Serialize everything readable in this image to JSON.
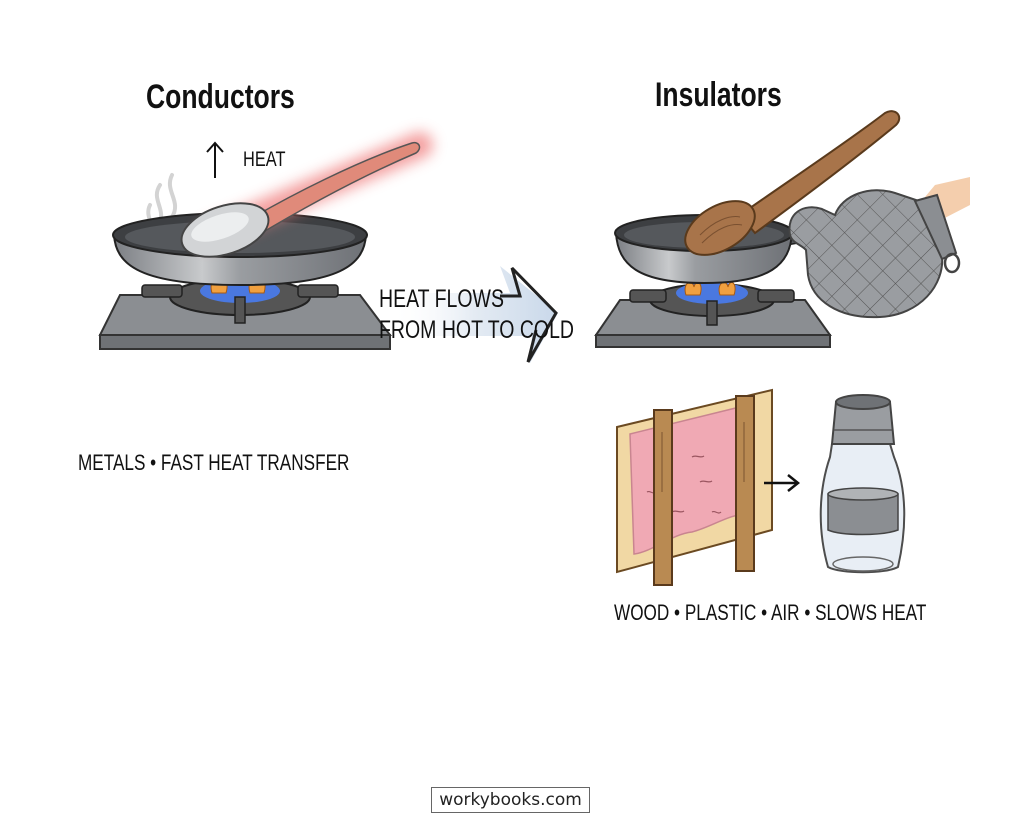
{
  "conductors": {
    "title": "Conductors",
    "heat_label": "HEAT",
    "caption": "METALS • FAST HEAT TRANSFER",
    "icons": [
      "stove-icon",
      "frying-pan-icon",
      "metal-spoon-icon",
      "steam-icon",
      "up-arrow-icon"
    ]
  },
  "flow_arrow": {
    "line1": "HEAT FLOWS",
    "line2": "FROM HOT TO COLD",
    "icon": "right-arrow-icon"
  },
  "insulators": {
    "title": "Insulators",
    "caption": "WOOD • PLASTIC • AIR • SLOWS HEAT",
    "icons": [
      "stove-icon",
      "frying-pan-icon",
      "wooden-spoon-icon",
      "oven-mitt-icon",
      "insulated-wall-icon",
      "thermos-icon",
      "small-arrow-icon"
    ]
  },
  "footer": {
    "watermark": "workybooks.com"
  },
  "colors": {
    "metal": "#8a8d91",
    "hot_glow": "#f08080",
    "wood": "#a8744a",
    "insulation_pink": "#f0a9b4",
    "flame_orange": "#f0a040",
    "flame_blue": "#4a78e0",
    "arrow_fill": "#d6e2f0"
  }
}
